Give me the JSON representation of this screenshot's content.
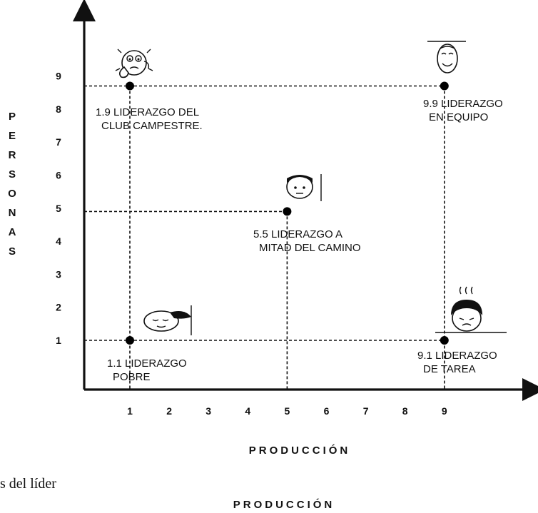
{
  "diagram": {
    "x_axis_label": "PRODUCCIÓN",
    "y_axis_label": [
      "P",
      "E",
      "R",
      "S",
      "O",
      "N",
      "A",
      "S"
    ],
    "x_ticks": [
      "1",
      "2",
      "3",
      "4",
      "5",
      "6",
      "7",
      "8",
      "9"
    ],
    "y_ticks": [
      "1",
      "2",
      "3",
      "4",
      "5",
      "6",
      "7",
      "8",
      "9"
    ],
    "points": [
      {
        "id": "p11",
        "x": 1,
        "y": 1,
        "label": [
          "1.1 LIDERAZGO",
          "POBRE"
        ]
      },
      {
        "id": "p19",
        "x": 1,
        "y": 8.7,
        "label": [
          "1.9  LIDERAZGO DEL",
          "CLUB  CAMPESTRE."
        ]
      },
      {
        "id": "p55",
        "x": 5,
        "y": 4.9,
        "label": [
          "5.5 LIDERAZGO A",
          "MITAD DEL CAMINO"
        ]
      },
      {
        "id": "p91",
        "x": 9,
        "y": 1,
        "label": [
          "9.1 LIDERAZGO",
          "DE TAREA"
        ]
      },
      {
        "id": "p99",
        "x": 9,
        "y": 8.7,
        "label": [
          "9.9 LIDERAZGO",
          "EN EQUIPO"
        ]
      }
    ],
    "icons": [
      "worried-face-icon",
      "smiling-face-icon",
      "neutral-face-icon",
      "sleeping-face-icon",
      "stressed-face-icon"
    ]
  },
  "captions": {
    "fragment_text": "s del líder",
    "repeated_axis_label": "PRODUCCIÓN"
  }
}
